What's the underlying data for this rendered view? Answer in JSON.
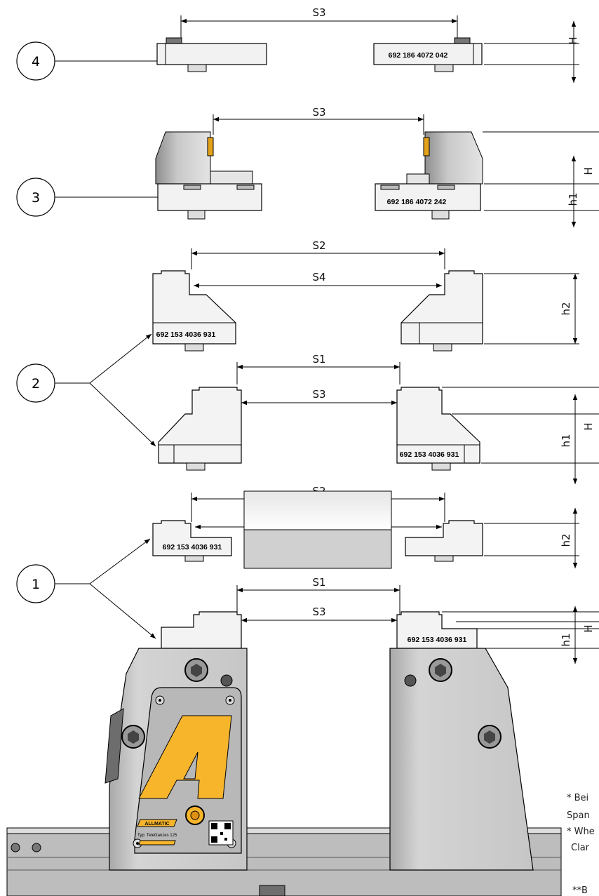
{
  "callouts": {
    "c1": "1",
    "c2": "2",
    "c3": "3",
    "c4": "4"
  },
  "dimensions": {
    "s1": "S1",
    "s2": "S2",
    "s3": "S3",
    "s4": "S4",
    "h": "H",
    "h1": "h1",
    "h2": "h2"
  },
  "part_numbers": {
    "row1_right": "692 186 4072 042",
    "row2_right": "692 186 4072 242",
    "row3_left": "692 153 4036 931",
    "row4_right": "692 153 4036 931",
    "row5_left": "692 153 4036 931",
    "row6_right": "692 153 4036 931"
  },
  "logo": {
    "letter": "A",
    "brand": "ALLMATIC",
    "type_label": "Typ: TeleGanzes 125"
  },
  "notes": {
    "line1": "* Bei",
    "line2": "Span",
    "line3": "* Whe",
    "line4": "Clar",
    "line5": "**B"
  },
  "colors": {
    "logo_yellow": "#f7b52c",
    "metal": "#cfcfcf",
    "dark_metal": "#8c8c8c"
  }
}
